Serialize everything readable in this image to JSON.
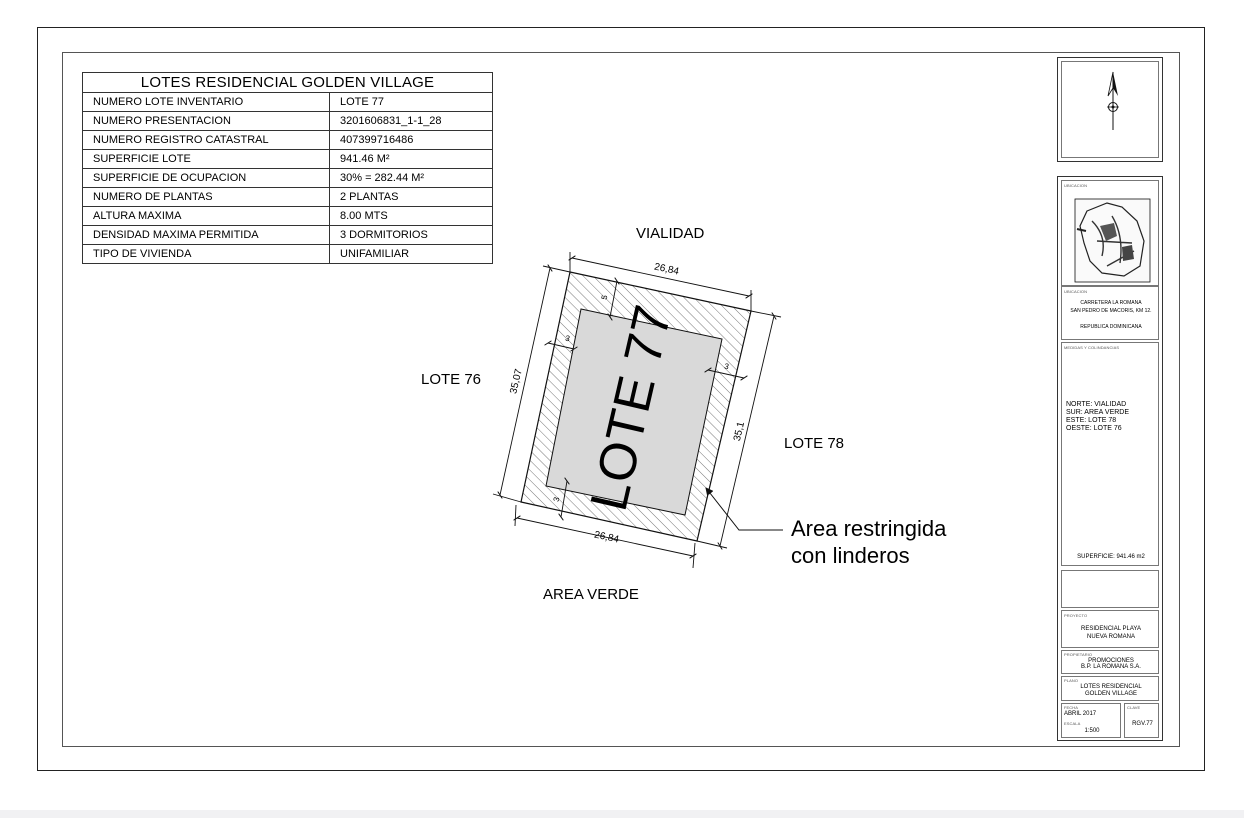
{
  "table": {
    "title": "LOTES RESIDENCIAL GOLDEN VILLAGE",
    "rows": [
      {
        "label": "NUMERO LOTE INVENTARIO",
        "value": "LOTE 77"
      },
      {
        "label": "NUMERO PRESENTACION",
        "value": "3201606831_1-1_28"
      },
      {
        "label": "NUMERO REGISTRO CATASTRAL",
        "value": "407399716486"
      },
      {
        "label": "SUPERFICIE LOTE",
        "value": "941.46 M²"
      },
      {
        "label": "SUPERFICIE DE OCUPACION",
        "value": "30% = 282.44 M²"
      },
      {
        "label": "NUMERO DE PLANTAS",
        "value": "2 PLANTAS"
      },
      {
        "label": "ALTURA MAXIMA",
        "value": "8.00 MTS"
      },
      {
        "label": "DENSIDAD MAXIMA PERMITIDA",
        "value": "3 DORMITORIOS"
      },
      {
        "label": "TIPO DE VIVIENDA",
        "value": "UNIFAMILIAR"
      }
    ]
  },
  "drawing": {
    "lot_name": "LOTE 77",
    "north_label": "VIALIDAD",
    "south_label": "AREA VERDE",
    "west_label": "LOTE 76",
    "east_label": "LOTE 78",
    "dim_top": "26,84",
    "dim_bottom": "26,84",
    "dim_left": "35,07",
    "dim_right": "35,1",
    "setback_front": "5",
    "setback_left": "3",
    "setback_right": "3",
    "setback_rear": "3",
    "restricted_line1": "Area restringida",
    "restricted_line2": "con linderos",
    "colors": {
      "hatch": "#777777",
      "lot_fill": "#d9d9d9",
      "line": "#111111"
    }
  },
  "titleblock": {
    "ubicacion_small_label": "UBICACION",
    "ubicacion_label": "UBICACION",
    "location_line1": "CARRETERA LA ROMANA",
    "location_line2": "SAN PEDRO DE MACORIS, KM 12.",
    "country": "REPUBLICA DOMINICANA",
    "medidas_label": "MEDIDAS Y COLINDANCIAS",
    "norte": "NORTE: VIALIDAD",
    "sur": "SUR: AREA VERDE",
    "este": "ESTE: LOTE 78",
    "oeste": "OESTE: LOTE 76",
    "superficie": "SUPERFICIE: 941.46   m2",
    "proyecto_label": "PROYECTO",
    "proyecto_line1": "RESIDENCIAL  PLAYA",
    "proyecto_line2": "NUEVA ROMANA",
    "propietario_label": "PROPIETARIO",
    "propietario_line1": "PROMOCIONES",
    "propietario_line2": "B.P. LA ROMANA S.A.",
    "plano_label": "PLANO",
    "plano_line1": "LOTES RESIDENCIAL",
    "plano_line2": "GOLDEN VILLAGE",
    "fecha_label": "FECHA",
    "fecha": "ABRIL 2017",
    "escala_label": "ESCALA",
    "escala": "1:500",
    "clave_label": "CLAVE",
    "clave": "RGV.77"
  }
}
